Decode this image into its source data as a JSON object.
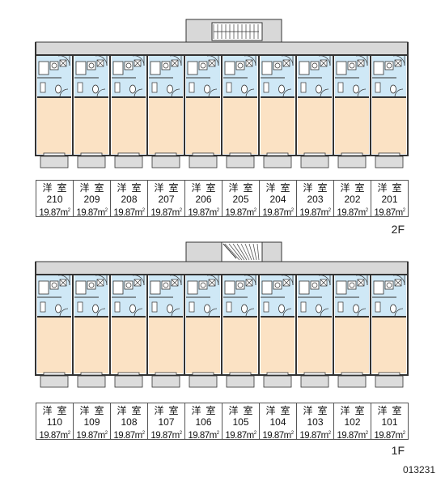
{
  "floors": [
    {
      "label": "2F",
      "rooms": [
        {
          "type": "洋室",
          "number": "210",
          "area": "19.87",
          "unit": "m",
          "unit_sup": "2"
        },
        {
          "type": "洋室",
          "number": "209",
          "area": "19.87",
          "unit": "m",
          "unit_sup": "2"
        },
        {
          "type": "洋室",
          "number": "208",
          "area": "19.87",
          "unit": "m",
          "unit_sup": "2"
        },
        {
          "type": "洋室",
          "number": "207",
          "area": "19.87",
          "unit": "m",
          "unit_sup": "2"
        },
        {
          "type": "洋室",
          "number": "206",
          "area": "19.87",
          "unit": "m",
          "unit_sup": "2"
        },
        {
          "type": "洋室",
          "number": "205",
          "area": "19.87",
          "unit": "m",
          "unit_sup": "2"
        },
        {
          "type": "洋室",
          "number": "204",
          "area": "19.87",
          "unit": "m",
          "unit_sup": "2"
        },
        {
          "type": "洋室",
          "number": "203",
          "area": "19.87",
          "unit": "m",
          "unit_sup": "2"
        },
        {
          "type": "洋室",
          "number": "202",
          "area": "19.87",
          "unit": "m",
          "unit_sup": "2"
        },
        {
          "type": "洋室",
          "number": "201",
          "area": "19.87",
          "unit": "m",
          "unit_sup": "2"
        }
      ]
    },
    {
      "label": "1F",
      "rooms": [
        {
          "type": "洋室",
          "number": "110",
          "area": "19.87",
          "unit": "m",
          "unit_sup": "2"
        },
        {
          "type": "洋室",
          "number": "109",
          "area": "19.87",
          "unit": "m",
          "unit_sup": "2"
        },
        {
          "type": "洋室",
          "number": "108",
          "area": "19.87",
          "unit": "m",
          "unit_sup": "2"
        },
        {
          "type": "洋室",
          "number": "107",
          "area": "19.87",
          "unit": "m",
          "unit_sup": "2"
        },
        {
          "type": "洋室",
          "number": "106",
          "area": "19.87",
          "unit": "m",
          "unit_sup": "2"
        },
        {
          "type": "洋室",
          "number": "105",
          "area": "19.87",
          "unit": "m",
          "unit_sup": "2"
        },
        {
          "type": "洋室",
          "number": "104",
          "area": "19.87",
          "unit": "m",
          "unit_sup": "2"
        },
        {
          "type": "洋室",
          "number": "103",
          "area": "19.87",
          "unit": "m",
          "unit_sup": "2"
        },
        {
          "type": "洋室",
          "number": "102",
          "area": "19.87",
          "unit": "m",
          "unit_sup": "2"
        },
        {
          "type": "洋室",
          "number": "101",
          "area": "19.87",
          "unit": "m",
          "unit_sup": "2"
        }
      ]
    }
  ],
  "property_code": "013231",
  "colors": {
    "room": "#fbe2c4",
    "wet_area": "#cfe8f6",
    "corridor": "#d8d8d8",
    "wall": "#333333",
    "balcony": "#dcdcdc"
  }
}
